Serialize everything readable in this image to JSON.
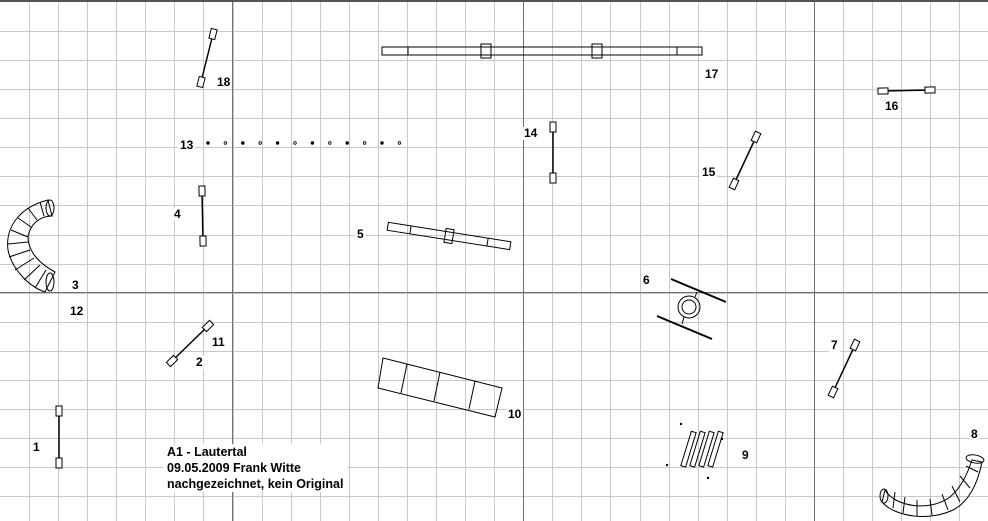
{
  "course": {
    "info_lines": [
      "A1 - Lautertal",
      "09.05.2009 Frank Witte",
      "nachgezeichnet, kein Original"
    ]
  },
  "obstacle_numbers": {
    "n1": "1",
    "n2": "2",
    "n3": "3",
    "n4": "4",
    "n5": "5",
    "n6": "6",
    "n7": "7",
    "n8": "8",
    "n9": "9",
    "n10": "10",
    "n11": "11",
    "n12": "12",
    "n13": "13",
    "n14": "14",
    "n15": "15",
    "n16": "16",
    "n17": "17",
    "n18": "18"
  },
  "colors": {
    "grid_minor": "#c8c8c8",
    "grid_major": "#707070",
    "obstacle": "#000000"
  }
}
